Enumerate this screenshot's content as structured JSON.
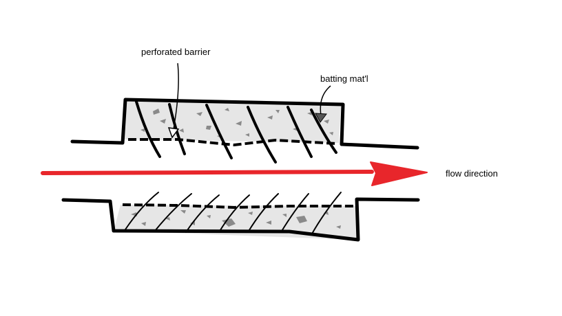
{
  "labels": {
    "perforated_barrier": "perforated barrier",
    "batting_material": "batting mat'l",
    "flow_direction": "flow direction"
  },
  "colors": {
    "ink": "#000000",
    "flow_arrow": "#e8262b",
    "batting_fill": "#dcdcdc",
    "batting_speckle": "#8a8a8a"
  }
}
